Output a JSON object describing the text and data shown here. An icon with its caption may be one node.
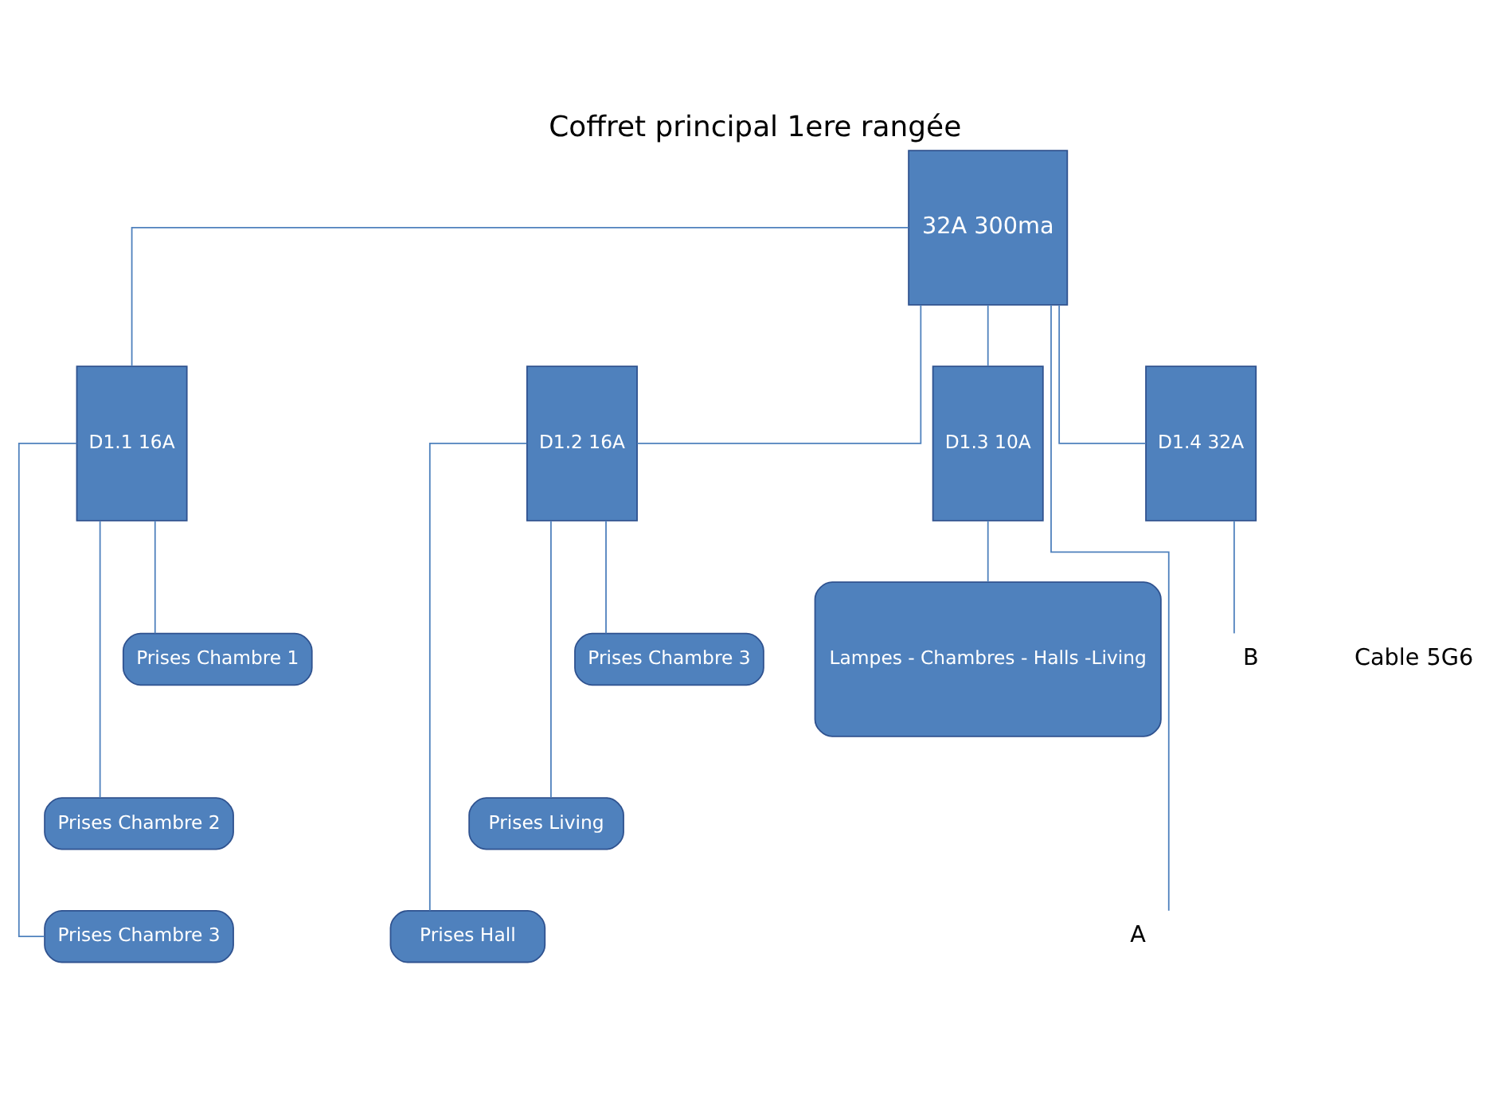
{
  "diagram": {
    "title": "Coffret principal 1ere rangée",
    "nodes": [
      {
        "text": [
          "32A 300ma"
        ]
      },
      {
        "text": [
          "D1.1 16A"
        ]
      },
      {
        "text": [
          "D1.2 16A"
        ]
      },
      {
        "text": [
          "D1.3 10A"
        ]
      },
      {
        "text": [
          "D1.4 32A"
        ]
      },
      {
        "text": [
          "Prises Chambre 1"
        ]
      },
      {
        "text": [
          "Prises Chambre 2"
        ]
      },
      {
        "text": [
          "Prises Chambre 3"
        ]
      },
      {
        "text": [
          "Prises Chambre 3"
        ]
      },
      {
        "text": [
          "Prises Living"
        ]
      },
      {
        "text": [
          "Prises Hall"
        ]
      },
      {
        "text": [
          "Lampes - Chambres - Halls -Living"
        ]
      },
      {
        "text": [
          "A"
        ]
      },
      {
        "text": [
          "B"
        ]
      }
    ],
    "edges": [
      {
        "from": 0,
        "to": 1,
        "arrow": "none"
      },
      {
        "from": 0,
        "to": 2,
        "arrow": "none"
      },
      {
        "from": 0,
        "to": 3,
        "arrow": "none"
      },
      {
        "from": 0,
        "to": 4,
        "arrow": "none"
      },
      {
        "from": 0,
        "to": 12,
        "arrow": "none"
      },
      {
        "from": 1,
        "to": 5,
        "arrow": "none"
      },
      {
        "from": 1,
        "to": 6,
        "arrow": "none"
      },
      {
        "from": 1,
        "to": 7,
        "arrow": "none"
      },
      {
        "from": 2,
        "to": 8,
        "arrow": "none"
      },
      {
        "from": 2,
        "to": 9,
        "arrow": "none"
      },
      {
        "from": 2,
        "to": 10,
        "arrow": "none"
      },
      {
        "from": 3,
        "to": 11,
        "arrow": "none"
      },
      {
        "from": 4,
        "to": 13,
        "arrow": "none"
      }
    ],
    "labels": [
      "Cable 5G6"
    ]
  }
}
